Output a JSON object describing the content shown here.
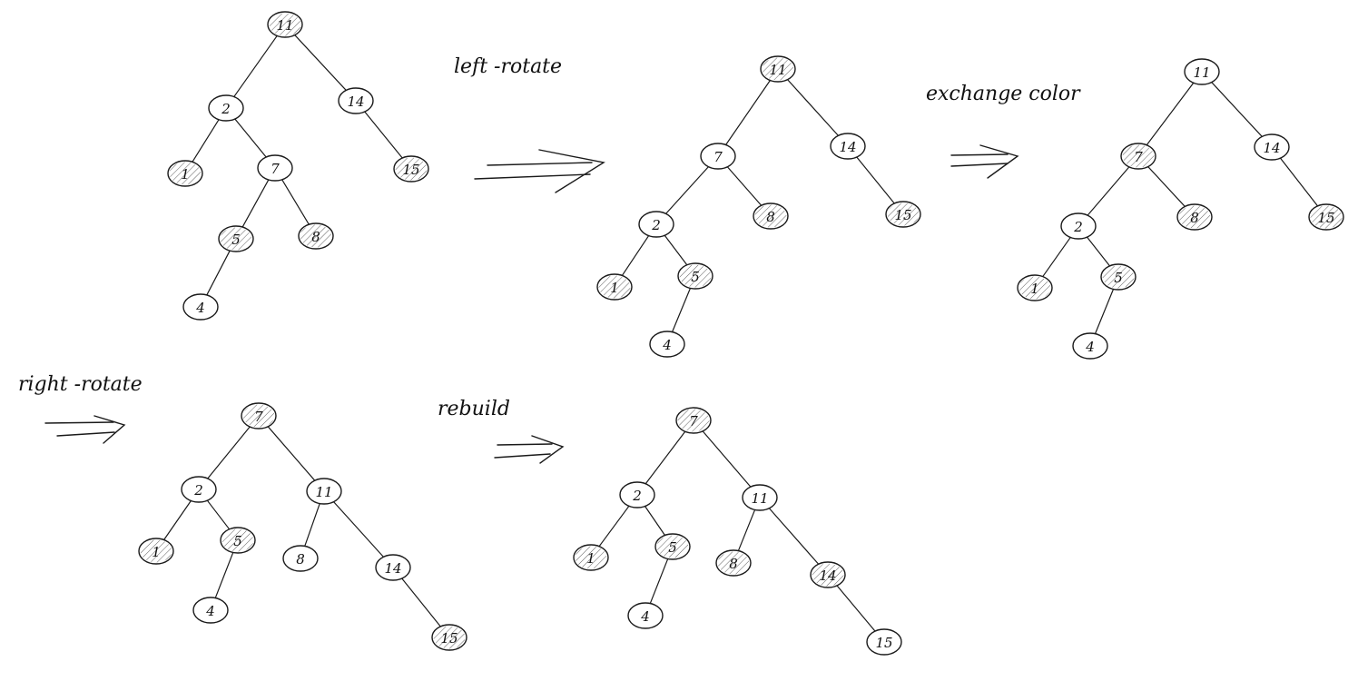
{
  "colors": {
    "ink": "#1a1a1a",
    "paper": "#ffffff",
    "black_node_hatch": "#1a1a1a"
  },
  "legend": {
    "black_node": "hatched circle",
    "red_node": "plain circle"
  },
  "step_labels": [
    {
      "text": "left -rotate"
    },
    {
      "text": "exchange color"
    },
    {
      "text": "right -rotate"
    },
    {
      "text": "rebuild"
    }
  ],
  "trees": [
    {
      "name": "tree-initial",
      "nodes": [
        {
          "id": "n11",
          "label": "11",
          "black": true
        },
        {
          "id": "n2",
          "label": "2",
          "black": false
        },
        {
          "id": "n14",
          "label": "14",
          "black": false
        },
        {
          "id": "n1",
          "label": "1",
          "black": true
        },
        {
          "id": "n7",
          "label": "7",
          "black": false
        },
        {
          "id": "n15",
          "label": "15",
          "black": true
        },
        {
          "id": "n5",
          "label": "5",
          "black": true
        },
        {
          "id": "n8",
          "label": "8",
          "black": true
        },
        {
          "id": "n4",
          "label": "4",
          "black": false
        }
      ],
      "edges": [
        [
          "n11",
          "n2"
        ],
        [
          "n11",
          "n14"
        ],
        [
          "n2",
          "n1"
        ],
        [
          "n2",
          "n7"
        ],
        [
          "n14",
          "n15"
        ],
        [
          "n7",
          "n5"
        ],
        [
          "n7",
          "n8"
        ],
        [
          "n5",
          "n4"
        ]
      ]
    },
    {
      "name": "tree-after-left-rotate",
      "nodes": [
        {
          "id": "n11",
          "label": "11",
          "black": true
        },
        {
          "id": "n7",
          "label": "7",
          "black": false
        },
        {
          "id": "n14",
          "label": "14",
          "black": false
        },
        {
          "id": "n2",
          "label": "2",
          "black": false
        },
        {
          "id": "n8",
          "label": "8",
          "black": true
        },
        {
          "id": "n15",
          "label": "15",
          "black": true
        },
        {
          "id": "n1",
          "label": "1",
          "black": true
        },
        {
          "id": "n5",
          "label": "5",
          "black": true
        },
        {
          "id": "n4",
          "label": "4",
          "black": false
        }
      ],
      "edges": [
        [
          "n11",
          "n7"
        ],
        [
          "n11",
          "n14"
        ],
        [
          "n7",
          "n2"
        ],
        [
          "n7",
          "n8"
        ],
        [
          "n14",
          "n15"
        ],
        [
          "n2",
          "n1"
        ],
        [
          "n2",
          "n5"
        ],
        [
          "n5",
          "n4"
        ]
      ]
    },
    {
      "name": "tree-after-exchange-color",
      "nodes": [
        {
          "id": "n11",
          "label": "11",
          "black": false
        },
        {
          "id": "n7",
          "label": "7",
          "black": true
        },
        {
          "id": "n14",
          "label": "14",
          "black": false
        },
        {
          "id": "n2",
          "label": "2",
          "black": false
        },
        {
          "id": "n8",
          "label": "8",
          "black": true
        },
        {
          "id": "n15",
          "label": "15",
          "black": true
        },
        {
          "id": "n1",
          "label": "1",
          "black": true
        },
        {
          "id": "n5",
          "label": "5",
          "black": true
        },
        {
          "id": "n4",
          "label": "4",
          "black": false
        }
      ],
      "edges": [
        [
          "n11",
          "n7"
        ],
        [
          "n11",
          "n14"
        ],
        [
          "n7",
          "n2"
        ],
        [
          "n7",
          "n8"
        ],
        [
          "n14",
          "n15"
        ],
        [
          "n2",
          "n1"
        ],
        [
          "n2",
          "n5"
        ],
        [
          "n5",
          "n4"
        ]
      ]
    },
    {
      "name": "tree-after-right-rotate",
      "nodes": [
        {
          "id": "n7",
          "label": "7",
          "black": true
        },
        {
          "id": "n2",
          "label": "2",
          "black": false
        },
        {
          "id": "n11",
          "label": "11",
          "black": false
        },
        {
          "id": "n1",
          "label": "1",
          "black": true
        },
        {
          "id": "n5",
          "label": "5",
          "black": true
        },
        {
          "id": "n8",
          "label": "8",
          "black": false
        },
        {
          "id": "n14",
          "label": "14",
          "black": false
        },
        {
          "id": "n4",
          "label": "4",
          "black": false
        },
        {
          "id": "n15",
          "label": "15",
          "black": true
        }
      ],
      "edges": [
        [
          "n7",
          "n2"
        ],
        [
          "n7",
          "n11"
        ],
        [
          "n2",
          "n1"
        ],
        [
          "n2",
          "n5"
        ],
        [
          "n11",
          "n8"
        ],
        [
          "n11",
          "n14"
        ],
        [
          "n5",
          "n4"
        ],
        [
          "n14",
          "n15"
        ]
      ]
    },
    {
      "name": "tree-after-rebuild",
      "nodes": [
        {
          "id": "n7",
          "label": "7",
          "black": true
        },
        {
          "id": "n2",
          "label": "2",
          "black": false
        },
        {
          "id": "n11",
          "label": "11",
          "black": false
        },
        {
          "id": "n1",
          "label": "1",
          "black": true
        },
        {
          "id": "n5",
          "label": "5",
          "black": true
        },
        {
          "id": "n8",
          "label": "8",
          "black": true
        },
        {
          "id": "n14",
          "label": "14",
          "black": true
        },
        {
          "id": "n4",
          "label": "4",
          "black": false
        },
        {
          "id": "n15",
          "label": "15",
          "black": false
        }
      ],
      "edges": [
        [
          "n7",
          "n2"
        ],
        [
          "n7",
          "n11"
        ],
        [
          "n2",
          "n1"
        ],
        [
          "n2",
          "n5"
        ],
        [
          "n11",
          "n8"
        ],
        [
          "n11",
          "n14"
        ],
        [
          "n5",
          "n4"
        ],
        [
          "n14",
          "n15"
        ]
      ]
    }
  ]
}
